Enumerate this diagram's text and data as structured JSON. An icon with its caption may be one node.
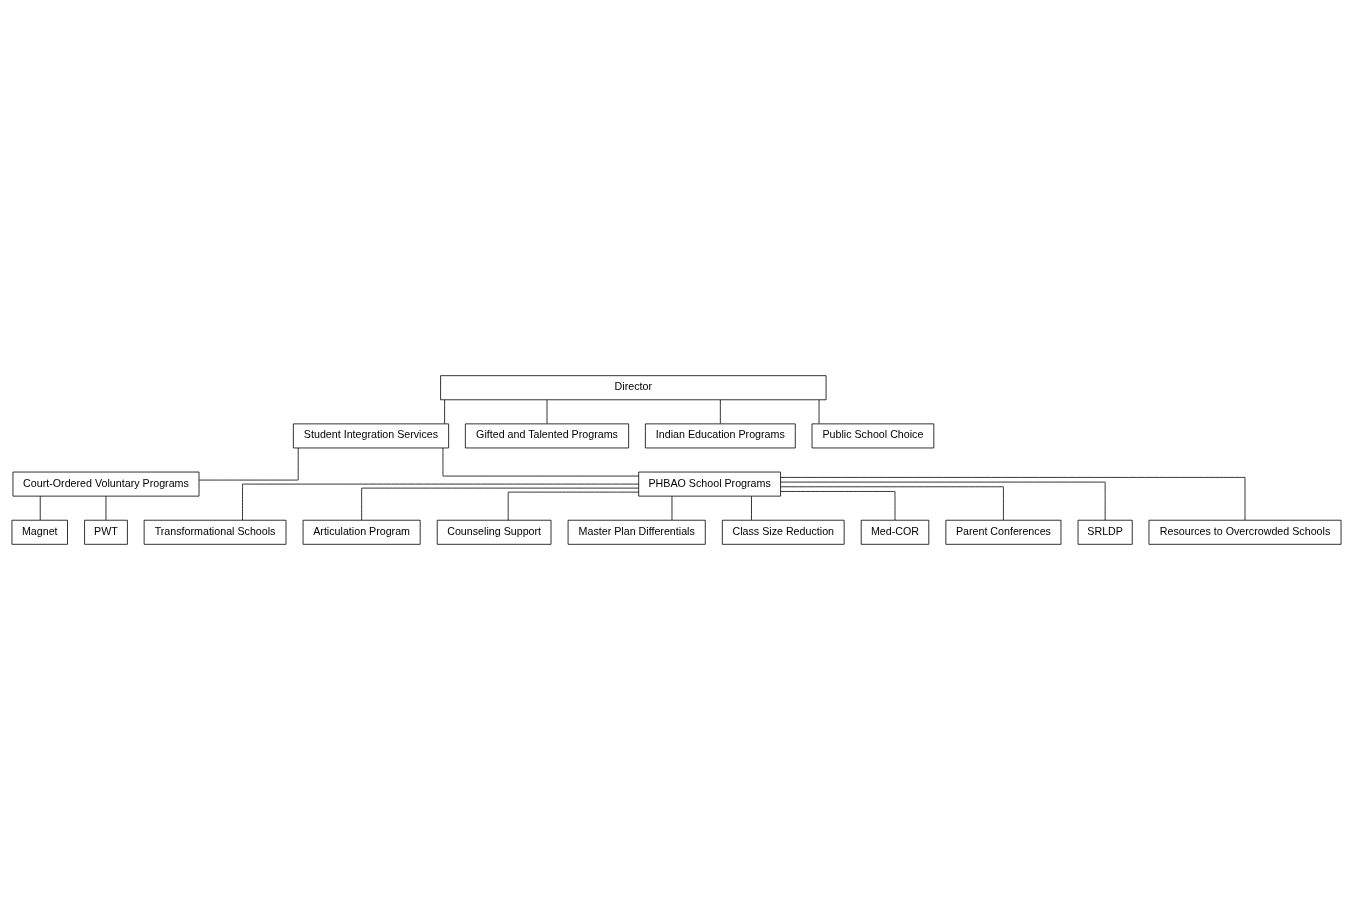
{
  "diagram": {
    "nodes": [
      {
        "text": [
          "Director"
        ]
      },
      {
        "text": [
          "Student Integration Services"
        ]
      },
      {
        "text": [
          "Gifted and Talented Programs"
        ]
      },
      {
        "text": [
          "Indian Education Programs"
        ]
      },
      {
        "text": [
          "Public School Choice"
        ]
      },
      {
        "text": [
          "Court-Ordered Voluntary Programs"
        ]
      },
      {
        "text": [
          "PHBAO School Programs"
        ]
      },
      {
        "text": [
          "Magnet"
        ]
      },
      {
        "text": [
          "PWT"
        ]
      },
      {
        "text": [
          "Transformational Schools"
        ]
      },
      {
        "text": [
          "Articulation Program"
        ]
      },
      {
        "text": [
          "Counseling Support"
        ]
      },
      {
        "text": [
          "Master Plan Differentials"
        ]
      },
      {
        "text": [
          "Class Size Reduction"
        ]
      },
      {
        "text": [
          "Med-COR"
        ]
      },
      {
        "text": [
          "Parent Conferences"
        ]
      },
      {
        "text": [
          "SRLDP"
        ]
      },
      {
        "text": [
          "Resources to Overcrowded Schools"
        ]
      }
    ],
    "edges": [
      {
        "from": 0,
        "to": 1,
        "arrow": "none"
      },
      {
        "from": 0,
        "to": 2,
        "arrow": "none"
      },
      {
        "from": 0,
        "to": 3,
        "arrow": "none"
      },
      {
        "from": 0,
        "to": 4,
        "arrow": "none"
      },
      {
        "from": 1,
        "to": 5,
        "arrow": "none"
      },
      {
        "from": 1,
        "to": 6,
        "arrow": "none"
      },
      {
        "from": 5,
        "to": 7,
        "arrow": "none"
      },
      {
        "from": 5,
        "to": 8,
        "arrow": "none"
      },
      {
        "from": 6,
        "to": 9,
        "arrow": "none"
      },
      {
        "from": 6,
        "to": 10,
        "arrow": "none"
      },
      {
        "from": 6,
        "to": 11,
        "arrow": "none"
      },
      {
        "from": 6,
        "to": 12,
        "arrow": "none"
      },
      {
        "from": 6,
        "to": 13,
        "arrow": "none"
      },
      {
        "from": 6,
        "to": 14,
        "arrow": "none"
      },
      {
        "from": 6,
        "to": 15,
        "arrow": "none"
      },
      {
        "from": 6,
        "to": 16,
        "arrow": "none"
      },
      {
        "from": 6,
        "to": 17,
        "arrow": "none"
      }
    ]
  }
}
